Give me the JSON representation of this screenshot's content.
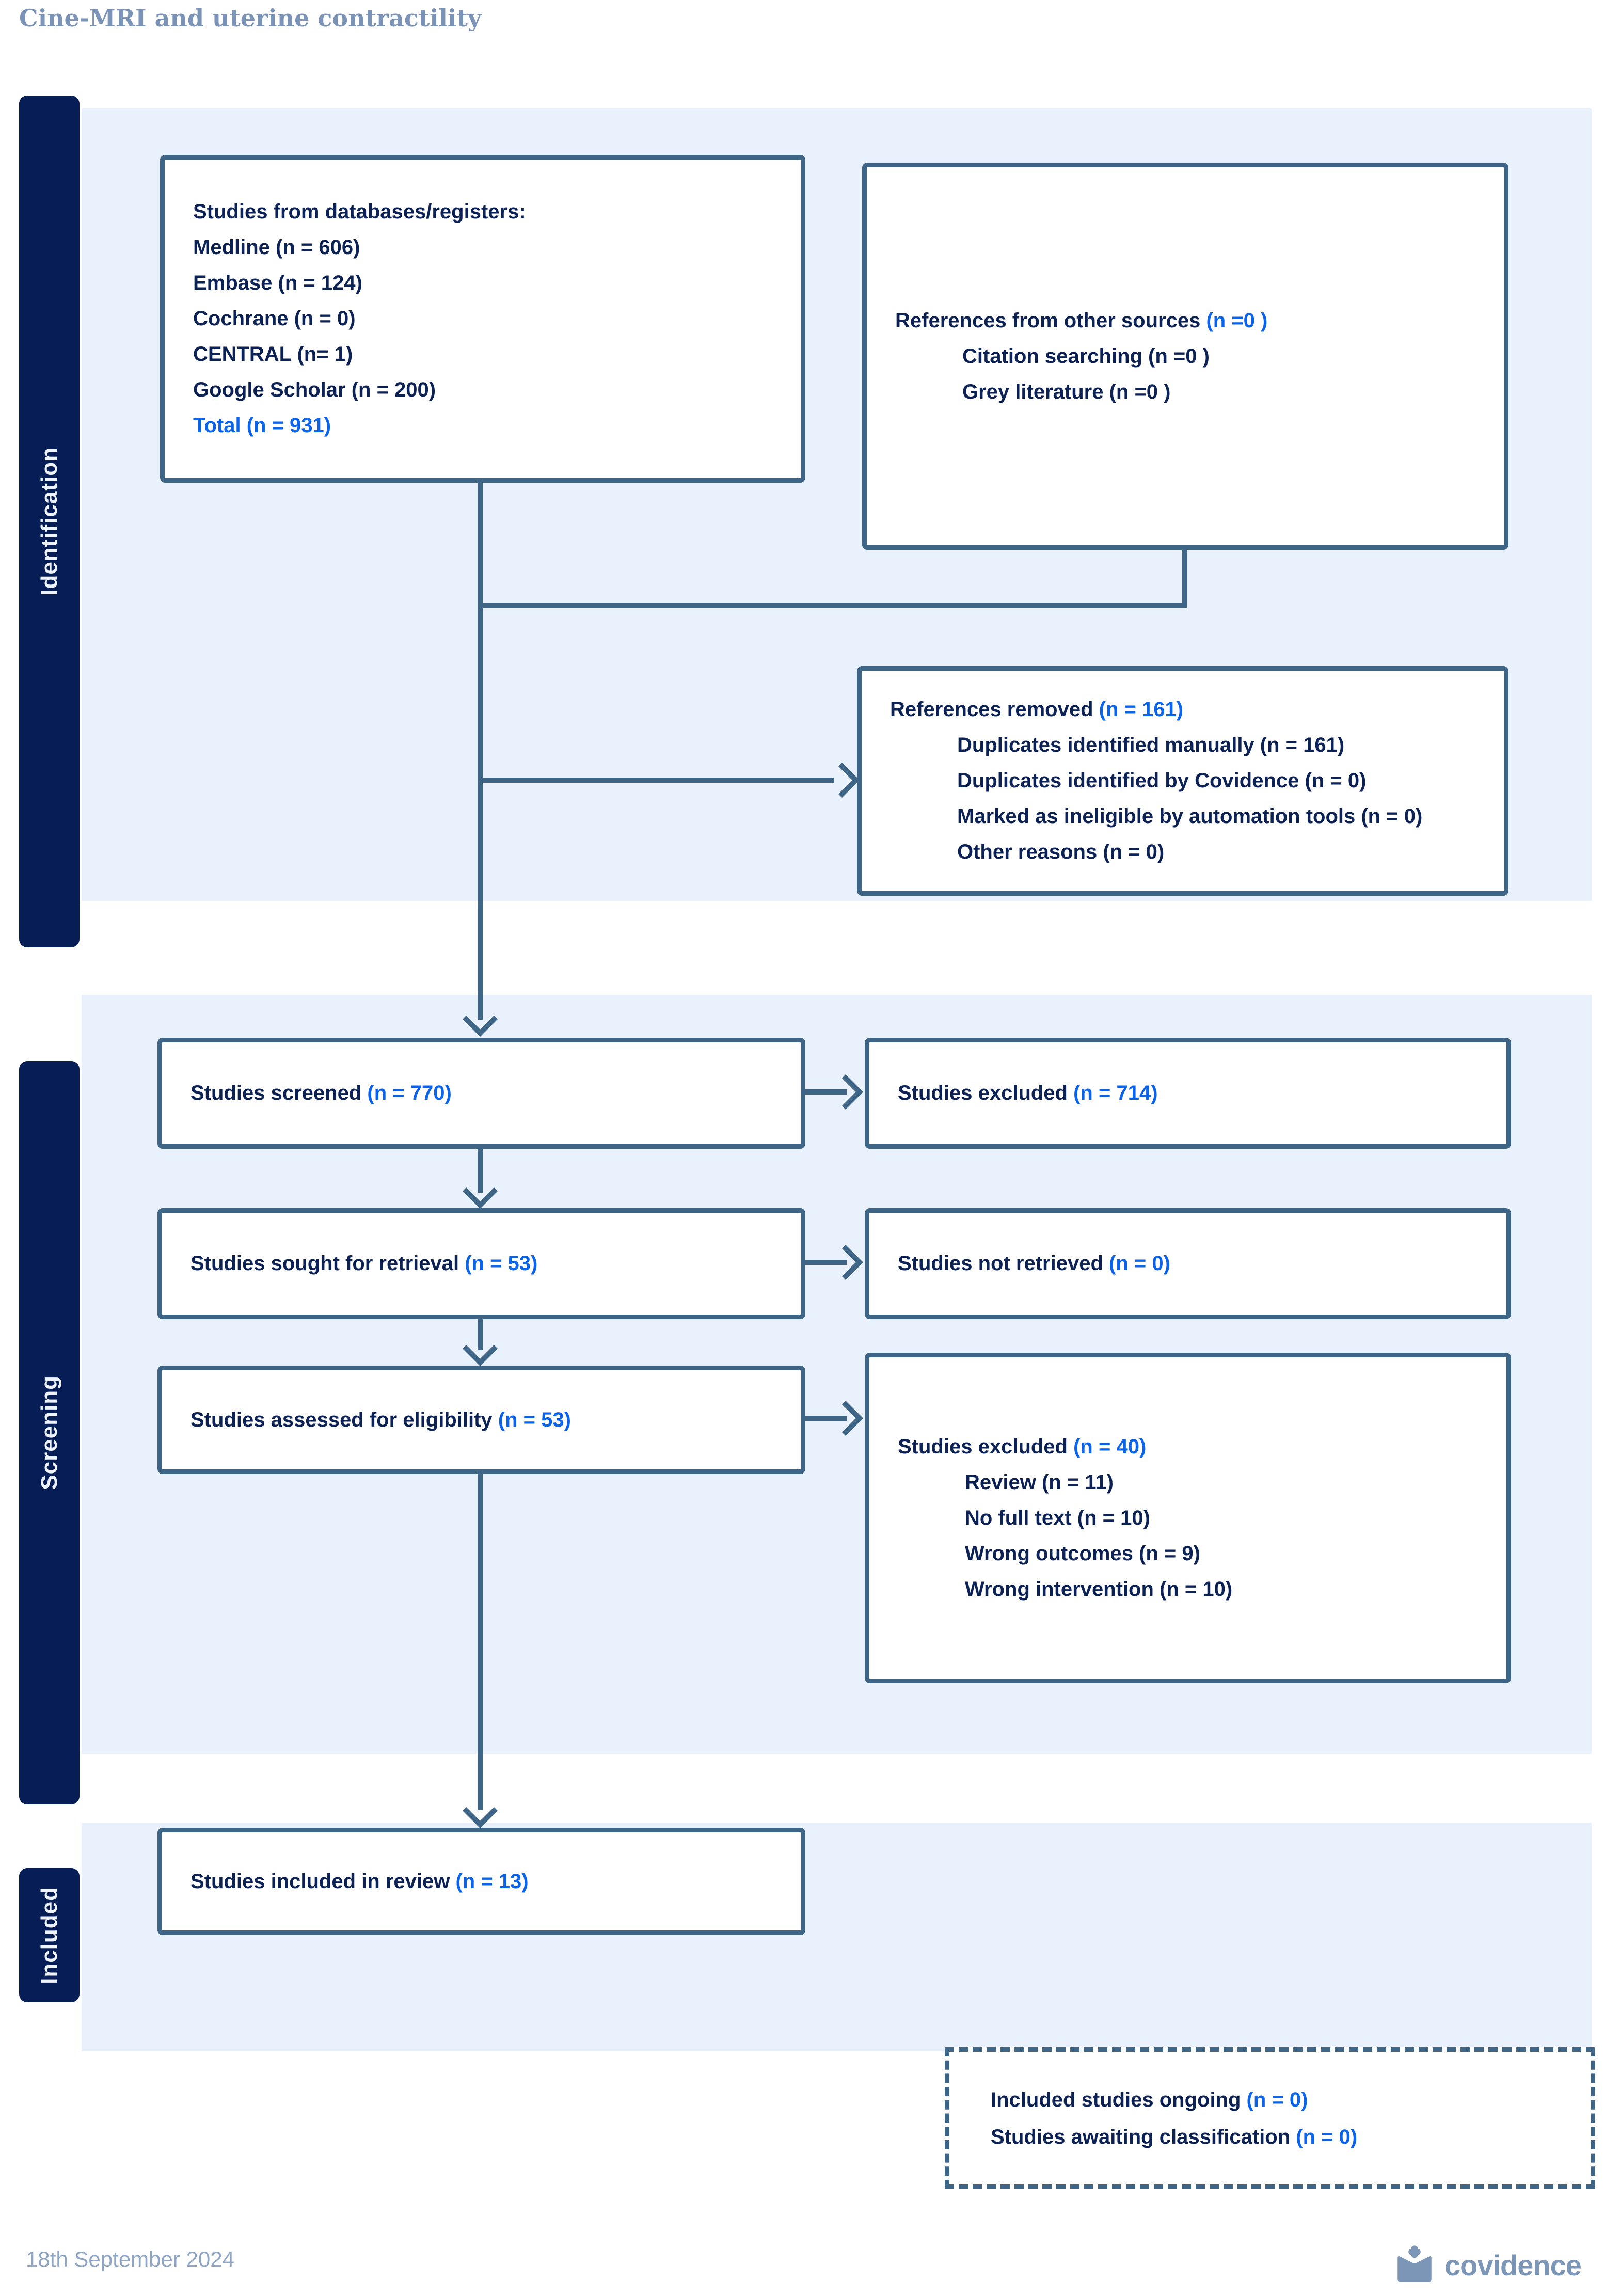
{
  "title": "Cine-MRI and uterine contractility",
  "sidebar": {
    "identification": "Identification",
    "screening": "Screening",
    "included": "Included"
  },
  "boxes": {
    "databases": {
      "lines": [
        "Studies from databases/registers:",
        "Medline (n = 606)",
        "Embase (n = 124)",
        "Cochrane (n = 0)",
        "CENTRAL (n= 1)",
        "Google Scholar (n = 200)"
      ],
      "total": "Total (n = 931)"
    },
    "other_sources": {
      "label": "References from other sources ",
      "count": "(n =0 )",
      "subs": [
        "Citation searching (n =0 )",
        "Grey literature (n =0 )"
      ]
    },
    "removed": {
      "label": "References removed ",
      "count": "(n = 161)",
      "subs": [
        "Duplicates identified manually (n = 161)",
        "Duplicates identified by Covidence (n = 0)",
        "Marked as ineligible by automation tools (n = 0)",
        "Other reasons (n = 0)"
      ]
    },
    "screened": {
      "label": "Studies screened ",
      "count": "(n = 770)"
    },
    "excluded_714": {
      "label": "Studies excluded ",
      "count": "(n = 714)"
    },
    "sought": {
      "label": "Studies sought for retrieval ",
      "count": "(n = 53)"
    },
    "not_retrieved": {
      "label": "Studies not retrieved ",
      "count": "(n = 0)"
    },
    "assessed": {
      "label": "Studies assessed for eligibility ",
      "count": "(n = 53)"
    },
    "excluded_40": {
      "label": "Studies excluded ",
      "count": "(n = 40)",
      "subs": [
        "Review (n = 11)",
        "No full text (n = 10)",
        "Wrong outcomes (n = 9)",
        "Wrong intervention (n = 10)"
      ]
    },
    "included_review": {
      "label": "Studies included in review ",
      "count": "(n = 13)"
    },
    "ongoing": {
      "lines": [
        {
          "label": "Included studies ongoing ",
          "count": "(n = 0)"
        },
        {
          "label": "Studies awaiting classification ",
          "count": "(n = 0)"
        }
      ]
    }
  },
  "footer": {
    "date": "18th September 2024",
    "brand": "covidence"
  },
  "icons": {
    "brand_icon": "covidence-book-plus-icon"
  },
  "colors": {
    "accent_blue": "#0a63e8",
    "navy_text": "#0d2254",
    "steel_border": "#3e6486",
    "rail_navy": "#061e55",
    "band_bg": "#e9f1fc",
    "title_text": "#7b93b6",
    "footer_text": "#8ea6c4",
    "brand_text": "#7b96b7"
  }
}
